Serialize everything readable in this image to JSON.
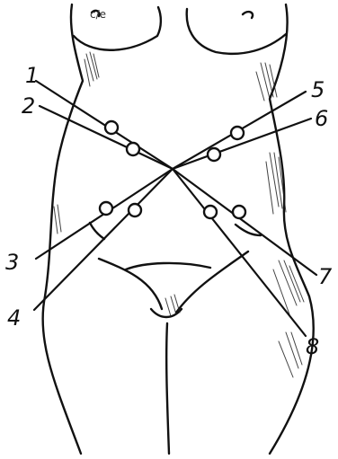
{
  "figure": {
    "stroke": "#111111",
    "background": "#ffffff",
    "labels": [
      {
        "id": "1",
        "text": "1"
      },
      {
        "id": "2",
        "text": "2"
      },
      {
        "id": "3",
        "text": "3"
      },
      {
        "id": "4",
        "text": "4"
      },
      {
        "id": "5",
        "text": "5"
      },
      {
        "id": "6",
        "text": "6"
      },
      {
        "id": "7",
        "text": "7"
      },
      {
        "id": "8",
        "text": "8"
      }
    ],
    "handwritten_mark": "c/e"
  }
}
